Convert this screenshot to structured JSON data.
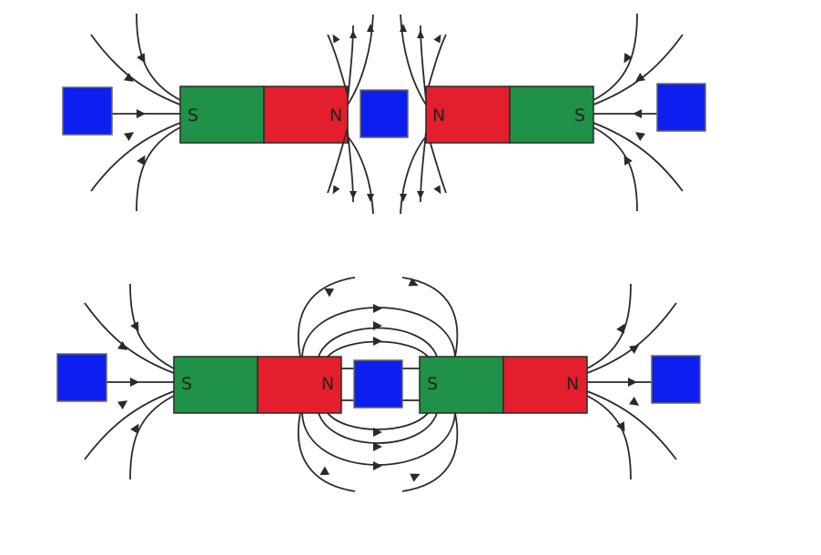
{
  "colors": {
    "south": "#1f9148",
    "north": "#e41e2d",
    "blank_square": "#0d1ff0",
    "field_line": "#2a2a2a"
  },
  "top_arrangement": {
    "description_free": true,
    "left_magnet": {
      "left_pole": "S",
      "right_pole": "N"
    },
    "right_magnet": {
      "left_pole": "N",
      "right_pole": "S"
    },
    "interaction": "repel"
  },
  "bottom_arrangement": {
    "left_magnet": {
      "left_pole": "S",
      "right_pole": "N"
    },
    "right_magnet": {
      "left_pole": "S",
      "right_pole": "N"
    },
    "interaction": "attract"
  },
  "icons": [
    "blank-square-left-top",
    "blank-square-middle-top",
    "blank-square-right-top",
    "blank-square-left-bottom",
    "blank-square-middle-bottom",
    "blank-square-right-bottom"
  ]
}
